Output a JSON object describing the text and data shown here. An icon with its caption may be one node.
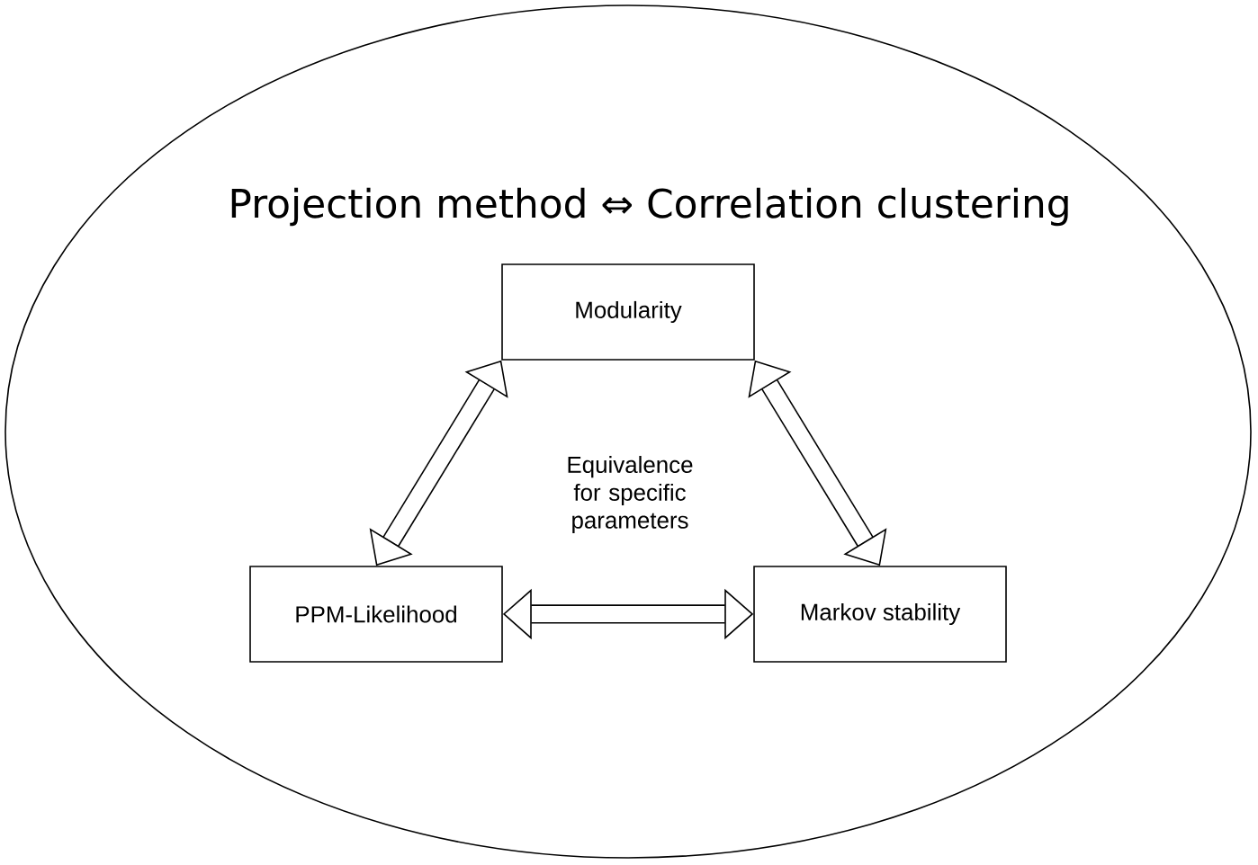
{
  "diagram": {
    "nodes": [
      {
        "text": [
          "Projection method ⇔ Correlation clustering"
        ]
      },
      {
        "text": [
          "Modularity"
        ],
        "in": 0
      },
      {
        "text": [
          "PPM-Likelihood"
        ],
        "in": 0
      },
      {
        "text": [
          "Markov stability"
        ],
        "in": 0
      }
    ],
    "edges": [
      {
        "from": 1,
        "to": 2,
        "arrow": "both"
      },
      {
        "from": 1,
        "to": 3,
        "arrow": "both"
      },
      {
        "from": 2,
        "to": 3,
        "arrow": "both"
      }
    ],
    "labels": [
      "Equivalence for specific parameters"
    ]
  }
}
